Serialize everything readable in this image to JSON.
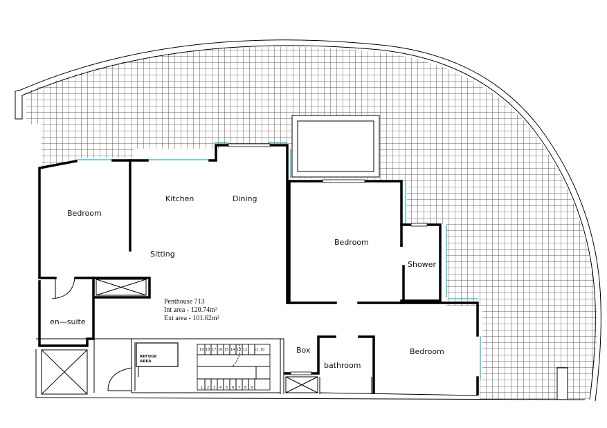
{
  "rooms": {
    "bedroom_west": "Bedroom",
    "kitchen": "Kitchen",
    "dining": "Dining",
    "sitting": "Sitting",
    "bedroom_center": "Bedroom",
    "shower": "Shower",
    "en_suite": "en—suite",
    "box": "Box",
    "bathroom": "bathroom",
    "bedroom_east": "Bedroom",
    "refuge_line1": "REFUGE",
    "refuge_line2": "AREA"
  },
  "info": {
    "title": "Penthouse 713",
    "int_area": "Int area - 120.74m²",
    "ext_area": "Ext area - 101.62m²"
  },
  "stairs": {
    "top_numbers": [
      "19",
      "18",
      "17",
      "16",
      "15",
      "14",
      "13",
      "12",
      "11",
      "10"
    ],
    "bottom_numbers": [
      "1",
      "2",
      "3",
      "4",
      "5",
      "6",
      "7",
      "8",
      "9"
    ]
  },
  "colors": {
    "wall": "#000000",
    "glazing": "#2bb5b8",
    "tile_grid": "#333333"
  }
}
